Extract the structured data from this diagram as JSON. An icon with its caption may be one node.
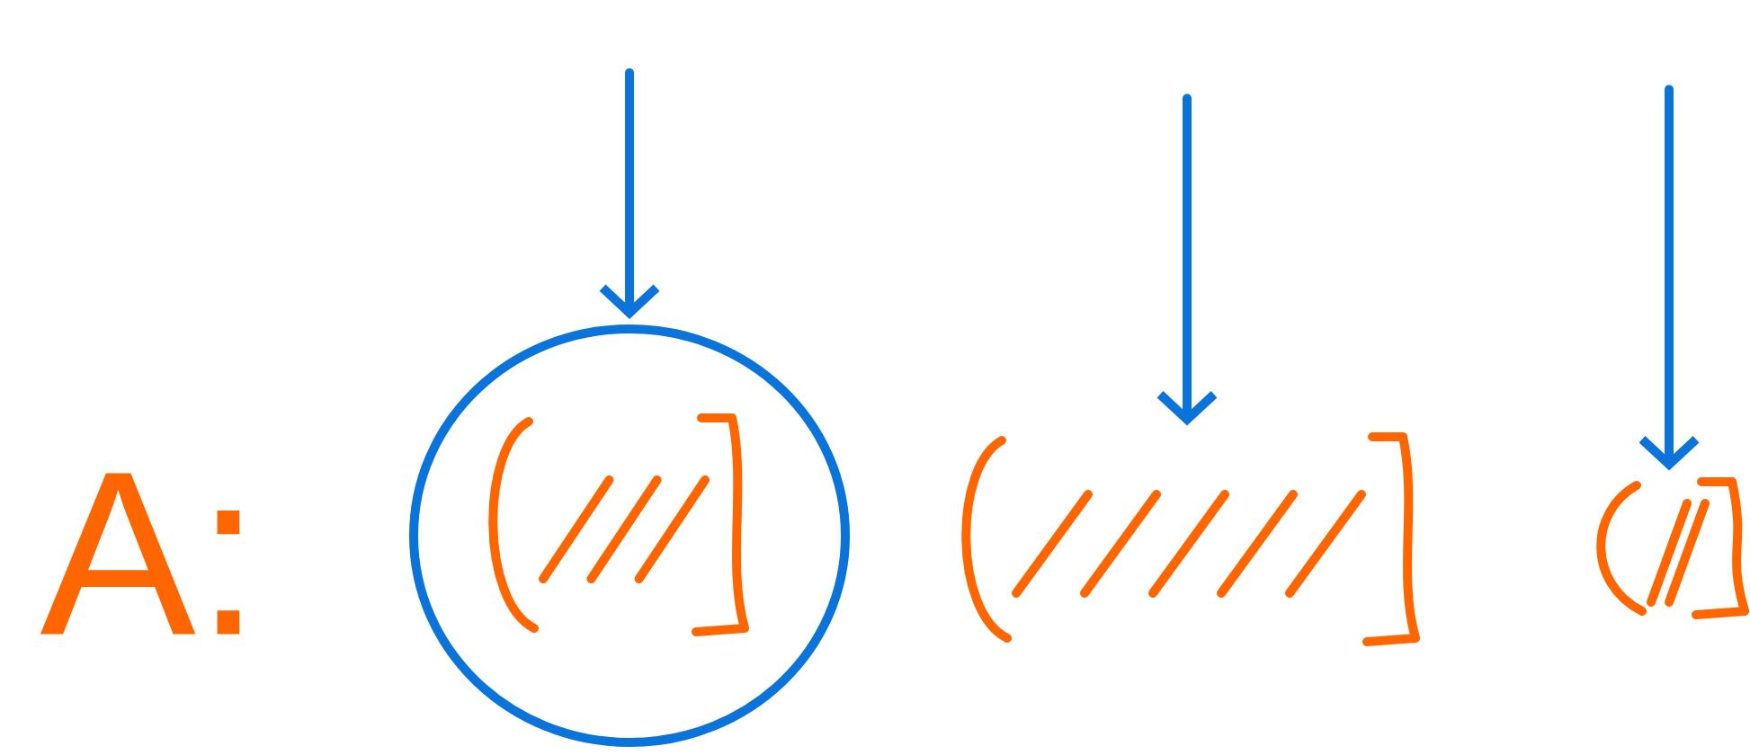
{
  "diagram": {
    "nodes": [
      {
        "text": [],
        "shape": "circle"
      },
      {
        "text": [],
        "shape": "bracket",
        "in": 0
      },
      {
        "text": [],
        "shape": "bracket"
      },
      {
        "text": [],
        "shape": "bracket"
      }
    ],
    "edges": [
      {
        "from": null,
        "to": 0,
        "arrow": "to"
      },
      {
        "from": null,
        "to": 2,
        "arrow": "to"
      },
      {
        "from": null,
        "to": 3,
        "arrow": "to"
      }
    ],
    "labels": [
      "A:"
    ]
  }
}
